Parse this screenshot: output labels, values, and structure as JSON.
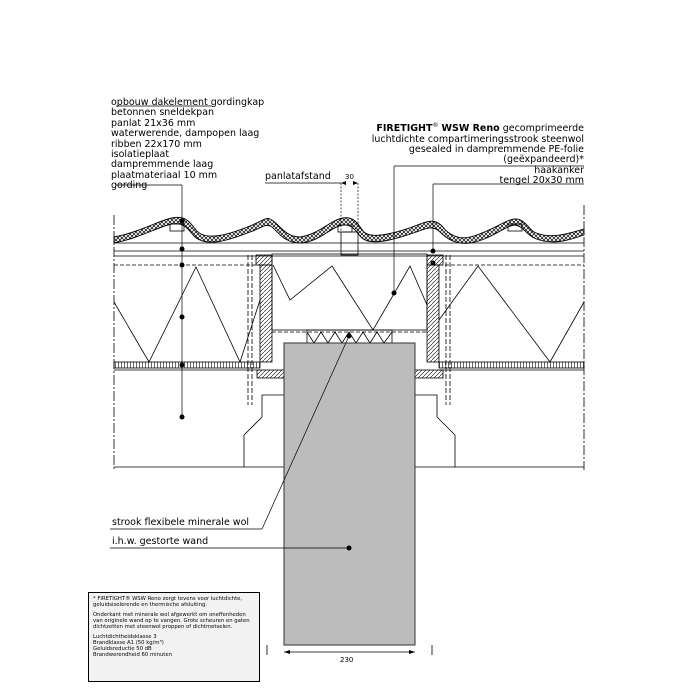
{
  "build_up": {
    "title": "opbouw dakelement gordingkap",
    "layers": [
      "betonnen sneldekpan",
      "panlat 21x36 mm",
      "waterwerende, dampopen laag",
      "ribben 22x170 mm",
      "isolatieplaat",
      "dampremmende laag",
      "plaatmateriaal 10 mm",
      "gording"
    ]
  },
  "product": {
    "brand": "FIRETIGHT",
    "reg": "®",
    "name": "WSW Reno",
    "line1_rest": "gecomprimeerde",
    "line2": "luchtdichte compartimeringsstrook steenwol",
    "line3": "gesealed in dampremmende PE-folie",
    "line4": "(geëxpandeerd)*"
  },
  "anchor": {
    "line1": "haakanker",
    "line2": "tengel 20x30 mm"
  },
  "panlatafstand": "panlatafstand",
  "dim_top": "30",
  "dim_bottom": "230",
  "strip_label": "strook flexibele minerale wol",
  "wall_label": "i.h.w. gestorte wand",
  "note": {
    "p1": "* FIRETIGHT® WSW Reno zorgt tevens voor luchtdichte, geluidsisolerende en thermische afsluiting.",
    "p2": "Onderkant met minerale wol afgewerkt om oneffenheden van originele wand op te vangen. Grote scheuren en gaten dichtzetten met steenwol proppen of dichtmetselen.",
    "specs": [
      "Luchtdichtheidsklasse 3",
      "Brandklasse A1 (50 kg/m³)",
      "Geluidsreductie 50 dB",
      "Brandwerendheid 60 minuten"
    ]
  },
  "colors": {
    "wall": "#bcbcbc",
    "line": "#000000"
  }
}
